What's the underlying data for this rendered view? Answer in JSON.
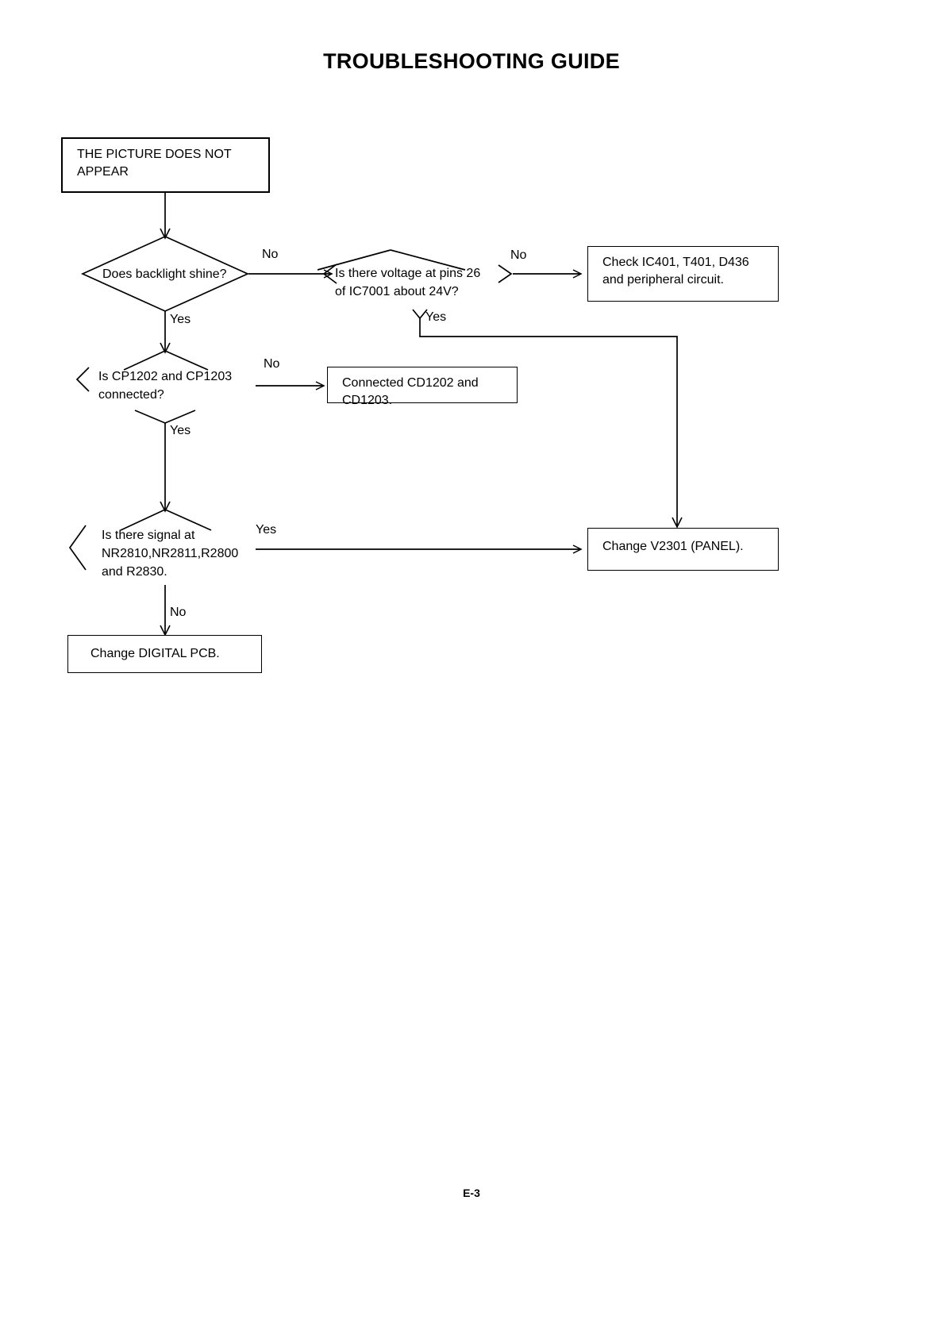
{
  "document": {
    "title": "TROUBLESHOOTING GUIDE",
    "footer": "E-3"
  },
  "flowchart": {
    "type": "troubleshooting-decision-flowchart",
    "start": {
      "id": "start",
      "shape": "process-box",
      "text": "THE PICTURE DOES NOT\nAPPEAR"
    },
    "decisions": [
      {
        "id": "d1",
        "shape": "diamond",
        "text": "Does backlight shine?",
        "branches": [
          {
            "label": "No",
            "to": "d2"
          },
          {
            "label": "Yes",
            "to": "d3"
          }
        ]
      },
      {
        "id": "d2",
        "shape": "partial-diamond",
        "text": "Is there voltage at pins 26\nof IC7001 about  24V?",
        "branches": [
          {
            "label": "No",
            "to": "check-ic401"
          },
          {
            "label": "Yes",
            "to": "change-v2301"
          }
        ]
      },
      {
        "id": "d3",
        "shape": "partial-diamond",
        "text": "Is CP1202 and CP1203\nconnected?",
        "branches": [
          {
            "label": "No",
            "to": "connected-cd1202"
          },
          {
            "label": "Yes",
            "to": "d4"
          }
        ]
      },
      {
        "id": "d4",
        "shape": "partial-diamond",
        "text": "Is there signal at\nNR2810,NR2811,R2800\nand R2830.",
        "branches": [
          {
            "label": "Yes",
            "to": "change-v2301"
          },
          {
            "label": "No",
            "to": "change-digital-pcb"
          }
        ]
      }
    ],
    "actions": [
      {
        "id": "check-ic401",
        "shape": "process-box",
        "text": "Check IC401, T401, D436\nand peripheral circuit."
      },
      {
        "id": "connected-cd1202",
        "shape": "process-box",
        "text": "Connected CD1202 and\nCD1203."
      },
      {
        "id": "change-v2301",
        "shape": "process-box",
        "text": "Change V2301 (PANEL)."
      },
      {
        "id": "change-digital-pcb",
        "shape": "process-box",
        "text": "Change DIGITAL PCB."
      }
    ],
    "edge_labels": {
      "d1_no": "No",
      "d1_yes": "Yes",
      "d2_no": "No",
      "d2_yes": "Yes",
      "d3_no": "No",
      "d3_yes": "Yes",
      "d4_yes": "Yes",
      "d4_no": "No"
    }
  },
  "colors": {
    "ink": "#000000",
    "paper": "#ffffff"
  }
}
